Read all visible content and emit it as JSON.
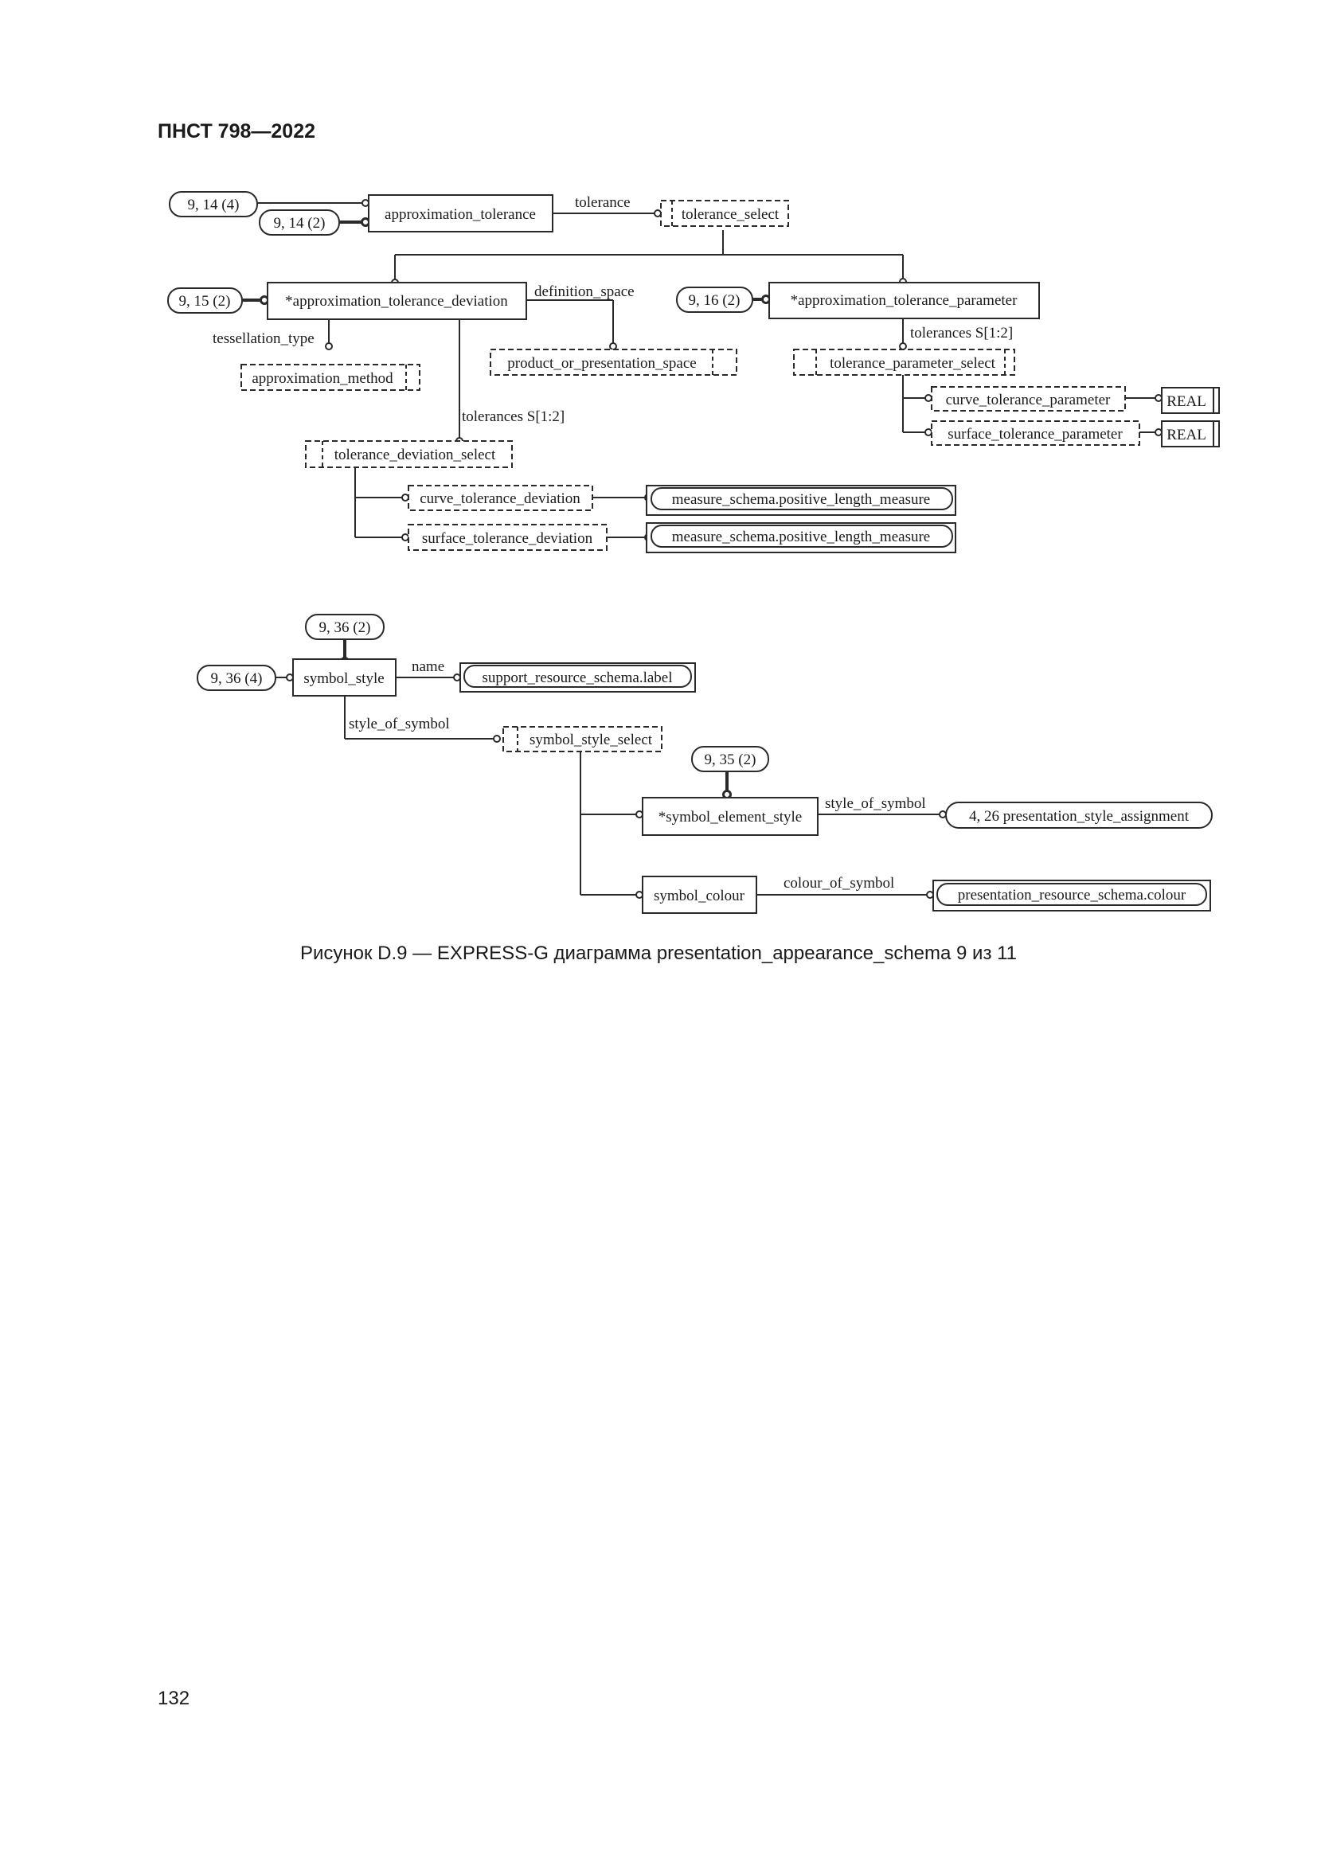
{
  "header": {
    "doc_number": "ПНСТ 798—2022"
  },
  "diagram1": {
    "refs": {
      "r1": "9, 14 (4)",
      "r2": "9, 14 (2)",
      "r3": "9, 15 (2)",
      "r4": "9, 16 (2)"
    },
    "entities": {
      "approximation_tolerance": "approximation_tolerance",
      "tolerance_select": "tolerance_select",
      "approximation_tolerance_deviation": "*approximation_tolerance_deviation",
      "approximation_tolerance_parameter": "*approximation_tolerance_parameter",
      "approximation_method": "approximation_method",
      "product_or_presentation_space": "product_or_presentation_space",
      "tolerance_parameter_select": "tolerance_parameter_select",
      "curve_tolerance_parameter": "curve_tolerance_parameter",
      "surface_tolerance_parameter": "surface_tolerance_parameter",
      "real1": "REAL",
      "real2": "REAL",
      "tolerance_deviation_select": "tolerance_deviation_select",
      "curve_tolerance_deviation": "curve_tolerance_deviation",
      "surface_tolerance_deviation": "surface_tolerance_deviation",
      "measure1": "measure_schema.positive_length_measure",
      "measure2": "measure_schema.positive_length_measure"
    },
    "attributes": {
      "tolerance": "tolerance",
      "definition_space": "definition_space",
      "tessellation_type": "tessellation_type",
      "tolerances_param": "tolerances S[1:2]",
      "tolerances_dev": "tolerances S[1:2]"
    }
  },
  "diagram2": {
    "refs": {
      "r1": "9, 36 (2)",
      "r2": "9, 36 (4)",
      "r3": "9, 35 (2)",
      "r4": "4, 26 presentation_style_assignment"
    },
    "entities": {
      "symbol_style": "symbol_style",
      "support_label": "support_resource_schema.label",
      "symbol_style_select": "symbol_style_select",
      "symbol_element_style": "*symbol_element_style",
      "symbol_colour": "symbol_colour",
      "presentation_colour": "presentation_resource_schema.colour"
    },
    "attributes": {
      "name": "name",
      "style_of_symbol_1": "style_of_symbol",
      "style_of_symbol_2": "style_of_symbol",
      "colour_of_symbol": "colour_of_symbol"
    }
  },
  "caption": "Рисунок D.9 — EXPRESS-G диаграмма presentation_appearance_schema 9 из 11",
  "page_number": "132"
}
